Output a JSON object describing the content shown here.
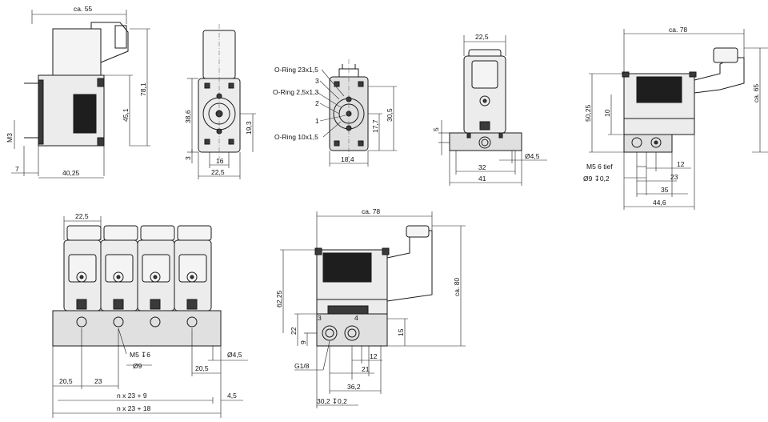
{
  "views": {
    "side_left": {
      "dim_width": "ca. 55",
      "dim_height_total": "78,1",
      "dim_height_mid": "45,1",
      "dim_thread": "M3",
      "dim_left": "7",
      "dim_base": "40,25"
    },
    "front_narrow": {
      "dim_height": "38,6",
      "dim_center": "19,3",
      "dim_bottom": "3",
      "dim_inner_width": "16",
      "dim_width": "22,5"
    },
    "seals": {
      "oring_1": "O-Ring 23x1,5",
      "oring_2": "O-Ring 2,5x1,3",
      "oring_3": "O-Ring 10x1,5",
      "num_3": "3",
      "num_2": "2",
      "num_1": "1",
      "dim_height_a": "17,7",
      "dim_height_b": "30,5",
      "dim_width": "18,4"
    },
    "front_base": {
      "dim_top": "22,5",
      "dim_left": "5",
      "dim_hole": "Ø4,5",
      "dim_holes": "32",
      "dim_base": "41"
    },
    "side_right": {
      "dim_width": "ca. 78",
      "dim_height": "ca. 65",
      "dim_a": "50,25",
      "dim_b": "10",
      "thread": "M5  6 tief",
      "port": "Ø9 ↧0,2",
      "dim_12": "12",
      "dim_23": "23",
      "dim_35": "35",
      "dim_446": "44,6"
    },
    "manifold": {
      "dim_top": "22,5",
      "thread": "M5 ↧6",
      "port": "Ø9",
      "hole": "Ø4,5",
      "dim_205_left": "20,5",
      "dim_23": "23",
      "dim_205_right": "20,5",
      "dim_n23_9": "n x 23 + 9",
      "dim_45": "4,5",
      "dim_n23_18": "n x 23 + 18"
    },
    "side_bottom": {
      "dim_width": "ca. 78",
      "dim_height": "ca. 80",
      "dim_6225": "62,25",
      "dim_22": "22",
      "dim_15": "15",
      "dim_9": "9",
      "port_3": "3",
      "port_4": "4",
      "thread": "G1/8",
      "dim_12": "12",
      "dim_21": "21",
      "dim_362": "36,2",
      "port": "30,2 ↧0,2"
    }
  }
}
